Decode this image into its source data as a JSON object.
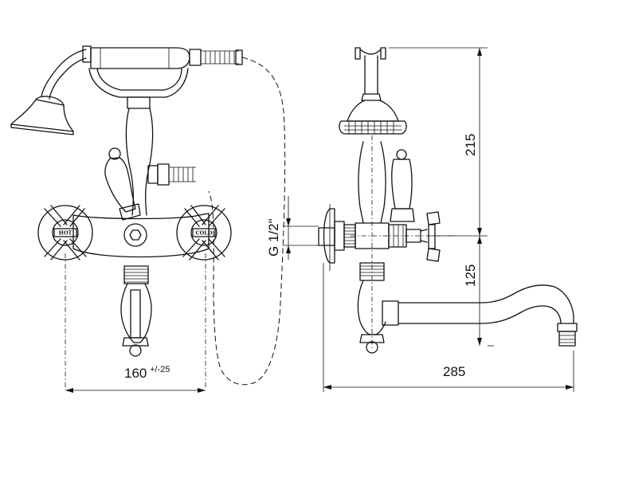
{
  "dimensions": {
    "width_label": "160",
    "width_tolerance": "+/-25",
    "thread_label": "G 1/2\"",
    "shower_height_label": "215",
    "spout_height_label": "125",
    "spout_reach_label": "285"
  },
  "handles": {
    "hot_label": "HOT",
    "cold_label": "COLD"
  },
  "colors": {
    "line": "#111111",
    "background": "#ffffff"
  }
}
